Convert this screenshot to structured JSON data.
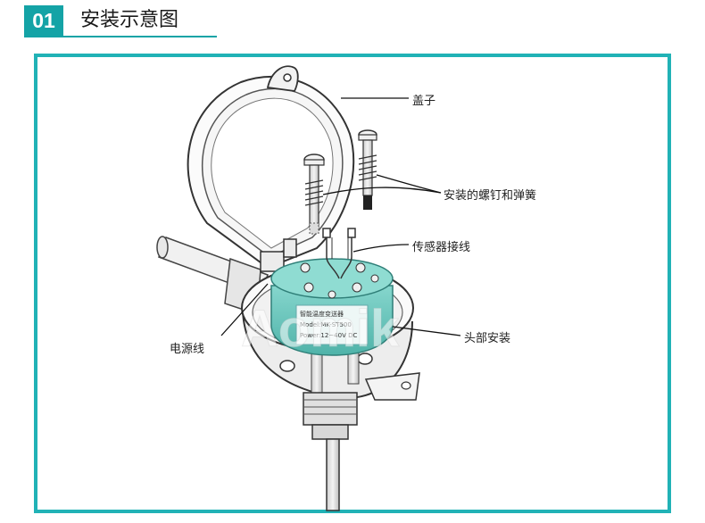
{
  "header": {
    "number": "01",
    "title": "安装示意图"
  },
  "device": {
    "label_line1": "智能温度变送器",
    "label_line2": "Model:MK-ST500",
    "label_line3": "Power:12~40V DC",
    "watermark": "Aomik"
  },
  "callouts": [
    {
      "id": "cover",
      "text": "盖子"
    },
    {
      "id": "screws",
      "text": "安装的螺钉和弹簧"
    },
    {
      "id": "sensor",
      "text": "传感器接线"
    },
    {
      "id": "power",
      "text": "电源线"
    },
    {
      "id": "head",
      "text": "头部安装"
    }
  ],
  "colors": {
    "accent": "#14a3a6",
    "frame": "#21b2b6",
    "transmitter": "#6ec9c0"
  }
}
